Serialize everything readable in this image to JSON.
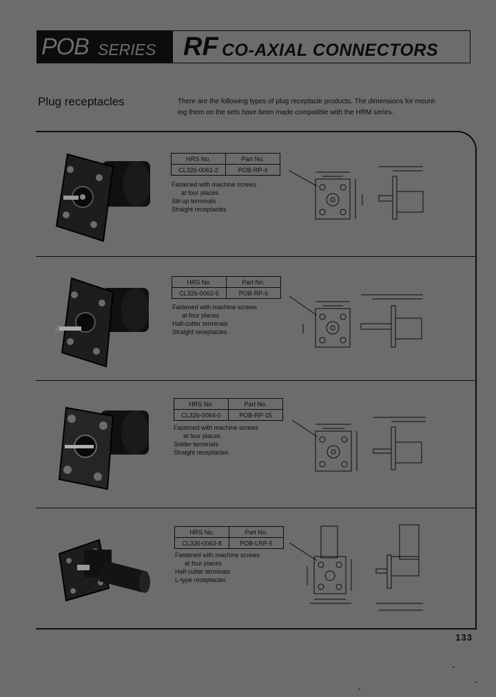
{
  "header": {
    "series_prefix": "POB",
    "series_suffix": "SERIES",
    "rf": "RF",
    "title": "CO-AXIAL CONNECTORS"
  },
  "section": {
    "title": "Plug receptacles",
    "intro_line1": "There are the following types of plug receptacle products. The dimensions for mount-",
    "intro_line2": "ing them on the sets have been made compatible with the HRM series."
  },
  "table_headers": {
    "hrs": "HRS No.",
    "part": "Part No."
  },
  "products": [
    {
      "hrs_no": "CL326-0061-2",
      "part_no": "POB-RP-4",
      "desc": [
        "Fastened with machine screws",
        "at four places",
        "Slit-up terminals",
        "Straight receptacles"
      ]
    },
    {
      "hrs_no": "CL326-0062-5",
      "part_no": "POB-RP-6",
      "desc": [
        "Fastened with machine screws",
        "at four places",
        "Half-cutter terminals",
        "Straight receptacles"
      ]
    },
    {
      "hrs_no": "CL326-0064-0",
      "part_no": "POB-RP-15",
      "desc": [
        "Fastened with machine screws",
        "at four places",
        "Solder terminals",
        "Straight receptacles"
      ]
    },
    {
      "hrs_no": "CL326-0063-8",
      "part_no": "POB-LRP-5",
      "desc": [
        "Fastened with machine screws",
        "at four places",
        "Half-cutter terminals",
        "L-type receptacles"
      ]
    }
  ],
  "page_number": "133",
  "colors": {
    "paper": "#6c6c6e",
    "ink": "#0c0c0c"
  }
}
